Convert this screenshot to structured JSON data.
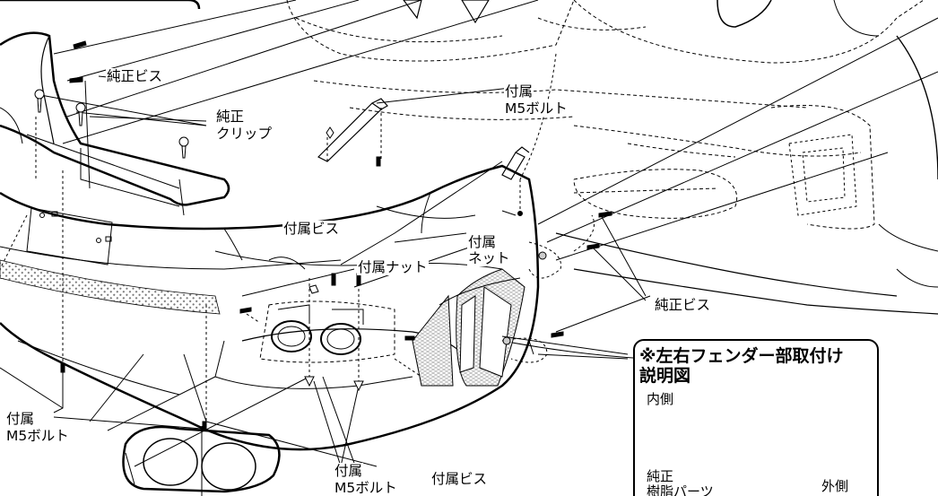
{
  "labels": {
    "genuine_screw_top": "純正ビス",
    "genuine_clip_line1": "純正",
    "genuine_clip_line2": "クリップ",
    "m5_bolt_top_line1": "付属",
    "m5_bolt_top_line2": "M5ボルト",
    "included_screw_mid": "付属ビス",
    "included_nut": "付属ナット",
    "included_net_line1": "付属",
    "included_net_line2": "ネット",
    "genuine_screw_right": "純正ビス",
    "m5_bolt_left_line1": "付属",
    "m5_bolt_left_line2": "M5ボルト",
    "m5_bolt_bottom_line1": "付属",
    "m5_bolt_bottom_line2": "M5ボルト",
    "included_screw_bottom": "付属ビス"
  },
  "inset": {
    "title_line1": "※左右フェンダー部取付け",
    "title_line2": "説明図",
    "inner_side": "内側",
    "outer_side": "外側",
    "genuine_resin_line1": "純正",
    "genuine_resin_line2": "樹脂パーツ"
  },
  "colors": {
    "ink": "#000000",
    "mesh": "#9a9a9a",
    "arrow": "#b8b8b8",
    "paper": "#ffffff"
  }
}
